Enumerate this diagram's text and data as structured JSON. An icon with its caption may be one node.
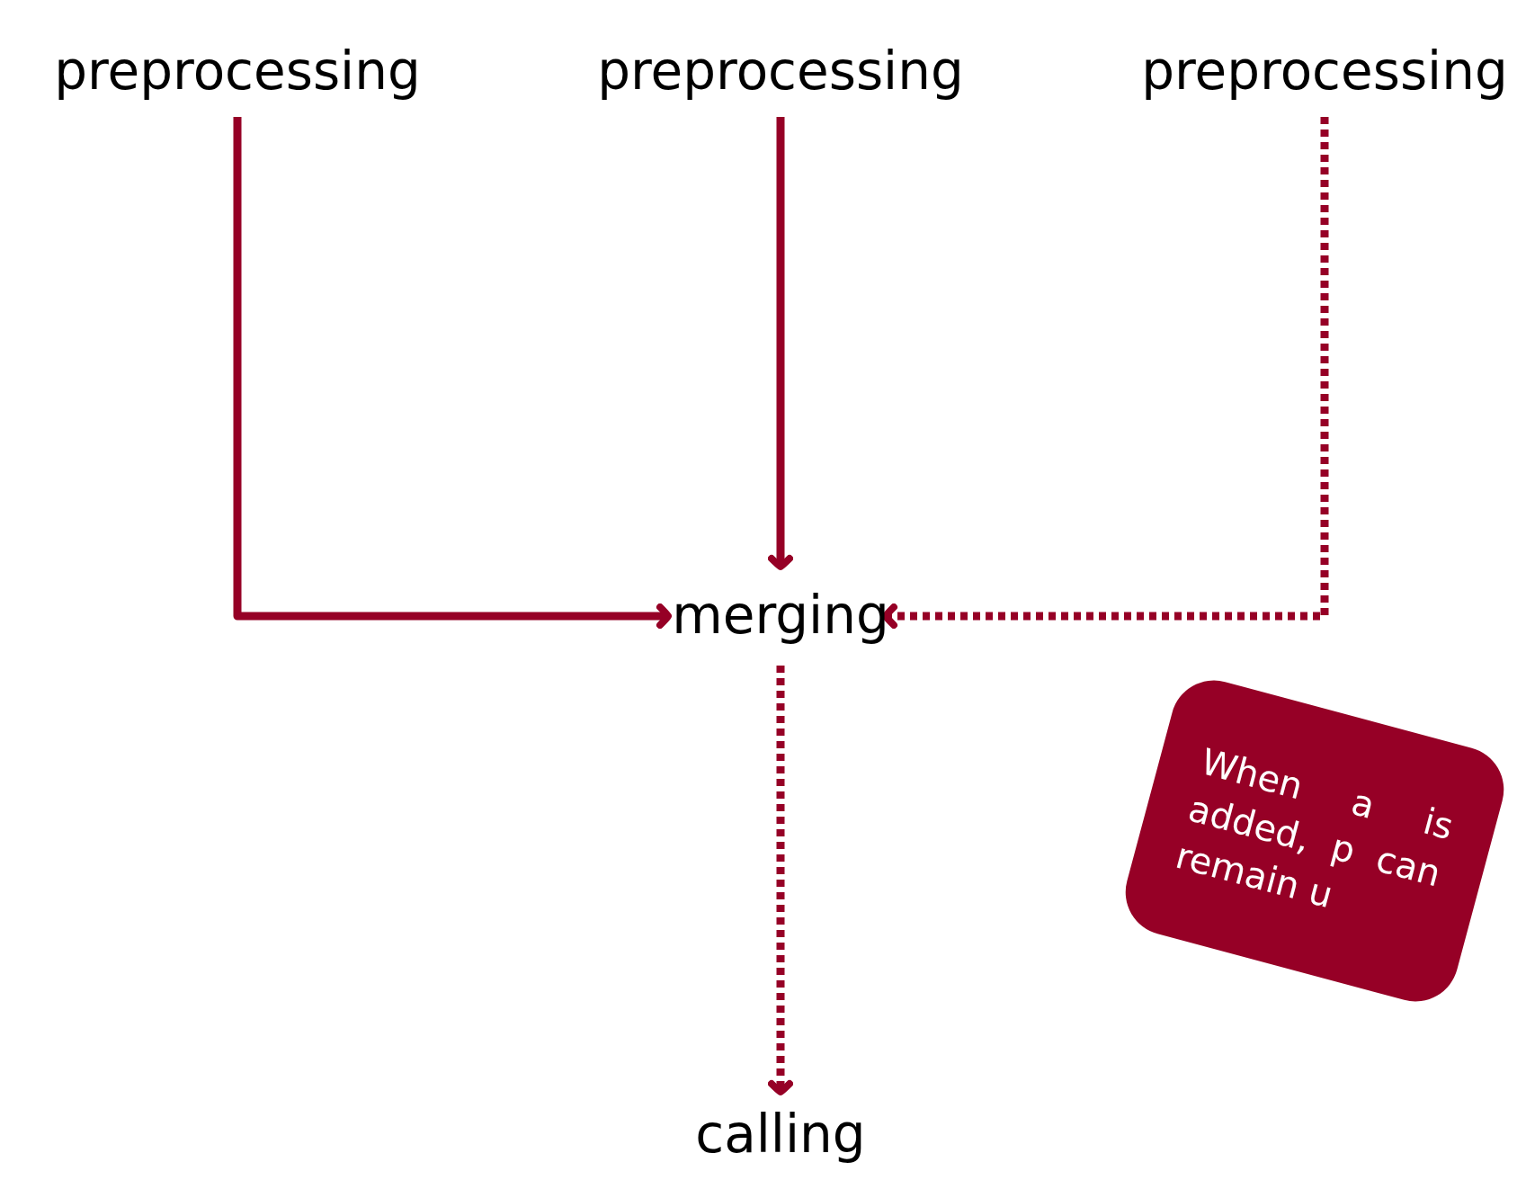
{
  "diagram": {
    "nodes": [
      {
        "text": [
          "preprocessing"
        ]
      },
      {
        "text": [
          "preprocessing"
        ]
      },
      {
        "text": [
          "preprocessing"
        ]
      },
      {
        "text": [
          "merging"
        ]
      },
      {
        "text": [
          "calling"
        ]
      },
      {
        "text": [
          "When a is added, p can remain u"
        ]
      }
    ],
    "edges": [
      {
        "from": 0,
        "to": 3,
        "arrow": "to"
      },
      {
        "from": 1,
        "to": 3,
        "arrow": "to"
      },
      {
        "from": 2,
        "to": 3,
        "arrow": "to",
        "style": "dashed"
      },
      {
        "from": 3,
        "to": 4,
        "arrow": "to",
        "style": "dashed"
      }
    ]
  }
}
